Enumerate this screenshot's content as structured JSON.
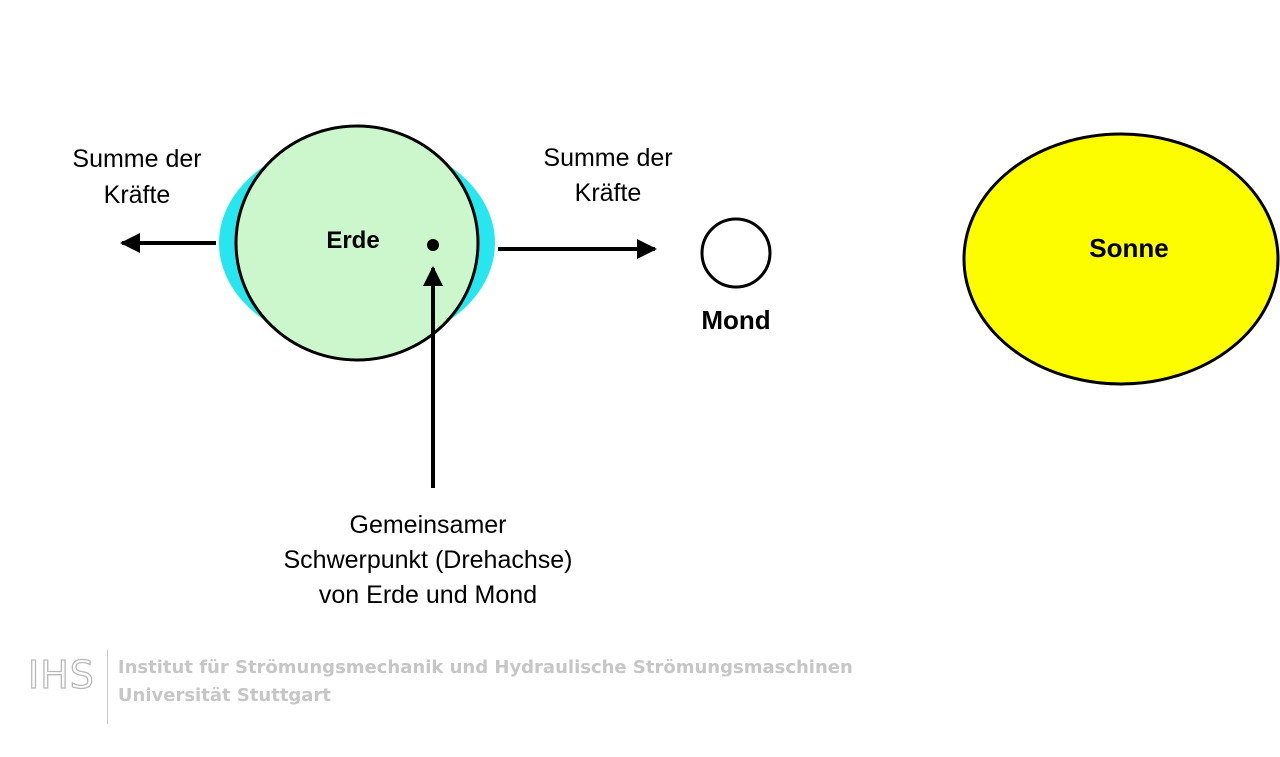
{
  "labels": {
    "force_left_line1": "Summe der",
    "force_left_line2": "Kräfte",
    "force_right_line1": "Summe der",
    "force_right_line2": "Kräfte",
    "earth": "Erde",
    "moon": "Mond",
    "sun": "Sonne",
    "barycenter_line1": "Gemeinsamer",
    "barycenter_line2": "Schwerpunkt (Drehachse)",
    "barycenter_line3": "von Erde und Mond"
  },
  "footer": {
    "logo": "IHS",
    "institute": "Institut für Strömungsmechanik und Hydraulische Strömungsmaschinen",
    "university": "Universität Stuttgart"
  },
  "colors": {
    "earth_fill": "#ccf7cc",
    "tidal_bulge": "#27e6ef",
    "sun_fill": "#fdfd00",
    "moon_fill": "#ffffff",
    "footer_text": "#c6c6c6"
  }
}
